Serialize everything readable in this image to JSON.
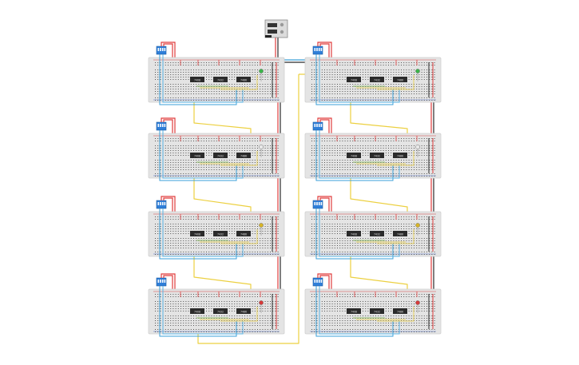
{
  "colors": {
    "background": "#ffffff",
    "breadboard": "#e4e4e4",
    "breadboard_edge": "#cfcfcf",
    "hole": "#555555",
    "rail_red": "#d64545",
    "rail_blue": "#4a6fc9",
    "wire_red": "#e03c3c",
    "wire_black": "#2a2a2a",
    "wire_yellow": "#ecd040",
    "wire_blue": "#3a9fd8",
    "wire_green": "#7ab648",
    "chip_body": "#2b2b2b",
    "chip_label": "#dddddd",
    "dip_switch": "#2f7fd9",
    "psu_body": "#dcdcdc"
  },
  "power_supply": {
    "icon": "bench-power-supply-icon"
  },
  "boards": [
    {
      "id": "left-1",
      "led_color": "#3bb54a",
      "chip_labels": [
        "7408",
        "7432",
        "7486"
      ]
    },
    {
      "id": "right-1",
      "led_color": "#3bb54a",
      "chip_labels": [
        "7408",
        "7432",
        "7486"
      ]
    },
    {
      "id": "left-2",
      "led_color": "#e8e8e8",
      "chip_labels": [
        "7408",
        "7432",
        "7486"
      ]
    },
    {
      "id": "right-2",
      "led_color": "#e8e8e8",
      "chip_labels": [
        "7408",
        "7432",
        "7486"
      ]
    },
    {
      "id": "left-3",
      "led_color": "#d6b428",
      "chip_labels": [
        "7408",
        "7432",
        "7486"
      ]
    },
    {
      "id": "right-3",
      "led_color": "#d6b428",
      "chip_labels": [
        "7408",
        "7432",
        "7486"
      ]
    },
    {
      "id": "left-4",
      "led_color": "#d63a3a",
      "chip_labels": [
        "7408",
        "7432",
        "7486"
      ]
    },
    {
      "id": "right-4",
      "led_color": "#d63a3a",
      "chip_labels": [
        "7408",
        "7432",
        "7486"
      ]
    }
  ]
}
